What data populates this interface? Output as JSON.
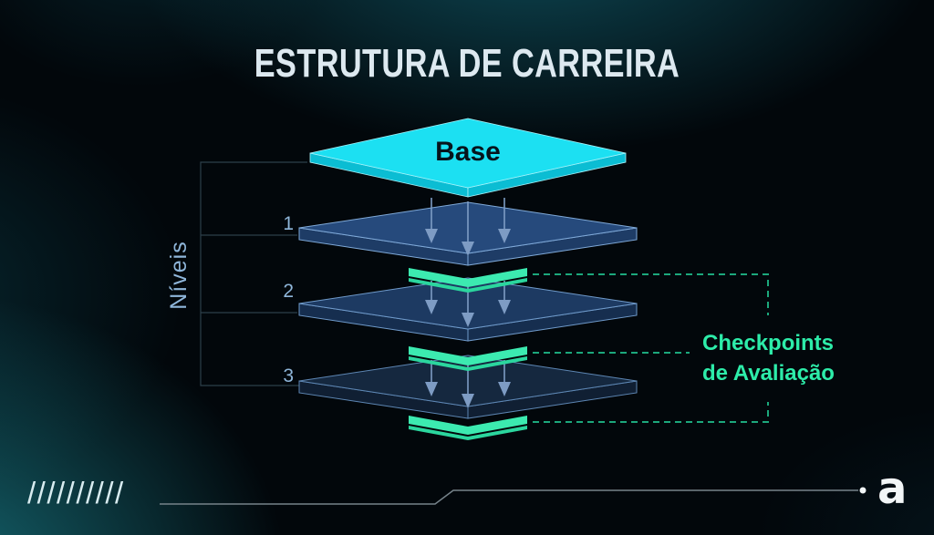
{
  "title": "ESTRUTURA DE CARREIRA",
  "diagram": {
    "base_label": "Base",
    "levels_label": "Níveis",
    "level_numbers": [
      "1",
      "2",
      "3"
    ],
    "checkpoints_label": "Checkpoints\nde Avaliação"
  },
  "footer": {
    "slashes": "//////////",
    "logo": "a"
  },
  "colors": {
    "bg": "#02070b",
    "title": "#dde9f0",
    "cyan_top": "#1ce0f2",
    "cyan_side": "#0bbdd3",
    "cyan_stroke": "#a9f3fa",
    "l1_top": "#264a7c",
    "l1_side": "#1e3c66",
    "l1_stroke": "#7fa9d8",
    "l2_top": "#1d3a62",
    "l2_side": "#162e4f",
    "l2_stroke": "#6f9aca",
    "l3_top": "#15283f",
    "l3_side": "#101f33",
    "l3_stroke": "#5d86b3",
    "mint": "#3ceab0",
    "mint_dark": "#2bd69e",
    "dash_green": "#1ca87c",
    "checkpoint_text": "#2deca9",
    "arrow": "#7e9cc4",
    "bracket": "#2c3f4a",
    "label_blue": "#8fb6da",
    "base_text": "#06141c",
    "footer_line": "#76838a",
    "slashes": "#d8ecf0",
    "white": "#f2f6f7"
  }
}
